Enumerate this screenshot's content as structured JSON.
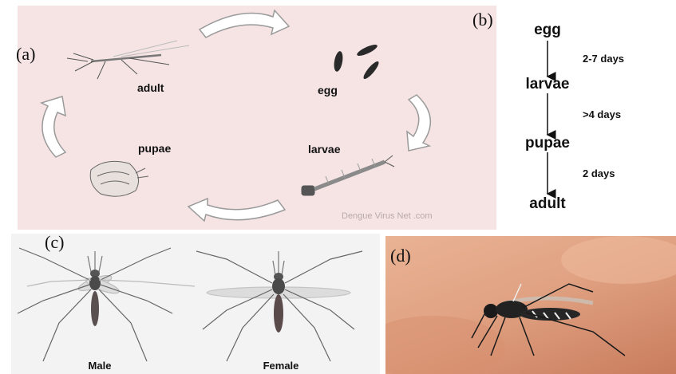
{
  "panels": {
    "a": {
      "label": "(a)",
      "stages": {
        "adult": "adult",
        "egg": "egg",
        "larvae": "larvae",
        "pupae": "pupae"
      },
      "watermark": "Dengue Virus Net .com",
      "colors": {
        "background": "#f6e4e4",
        "arrow_fill": "#ffffff",
        "arrow_stroke": "#9a9a9a"
      }
    },
    "b": {
      "label": "(b)",
      "stages": [
        "egg",
        "larvae",
        "pupae",
        "adult"
      ],
      "durations": [
        "2-7 days",
        ">4 days",
        "2 days"
      ]
    },
    "c": {
      "label": "(c)",
      "male_label": "Male",
      "female_label": "Female"
    },
    "d": {
      "label": "(d)",
      "colors": {
        "skin": "#e4a585",
        "skin_dark": "#b66a4f"
      }
    }
  }
}
